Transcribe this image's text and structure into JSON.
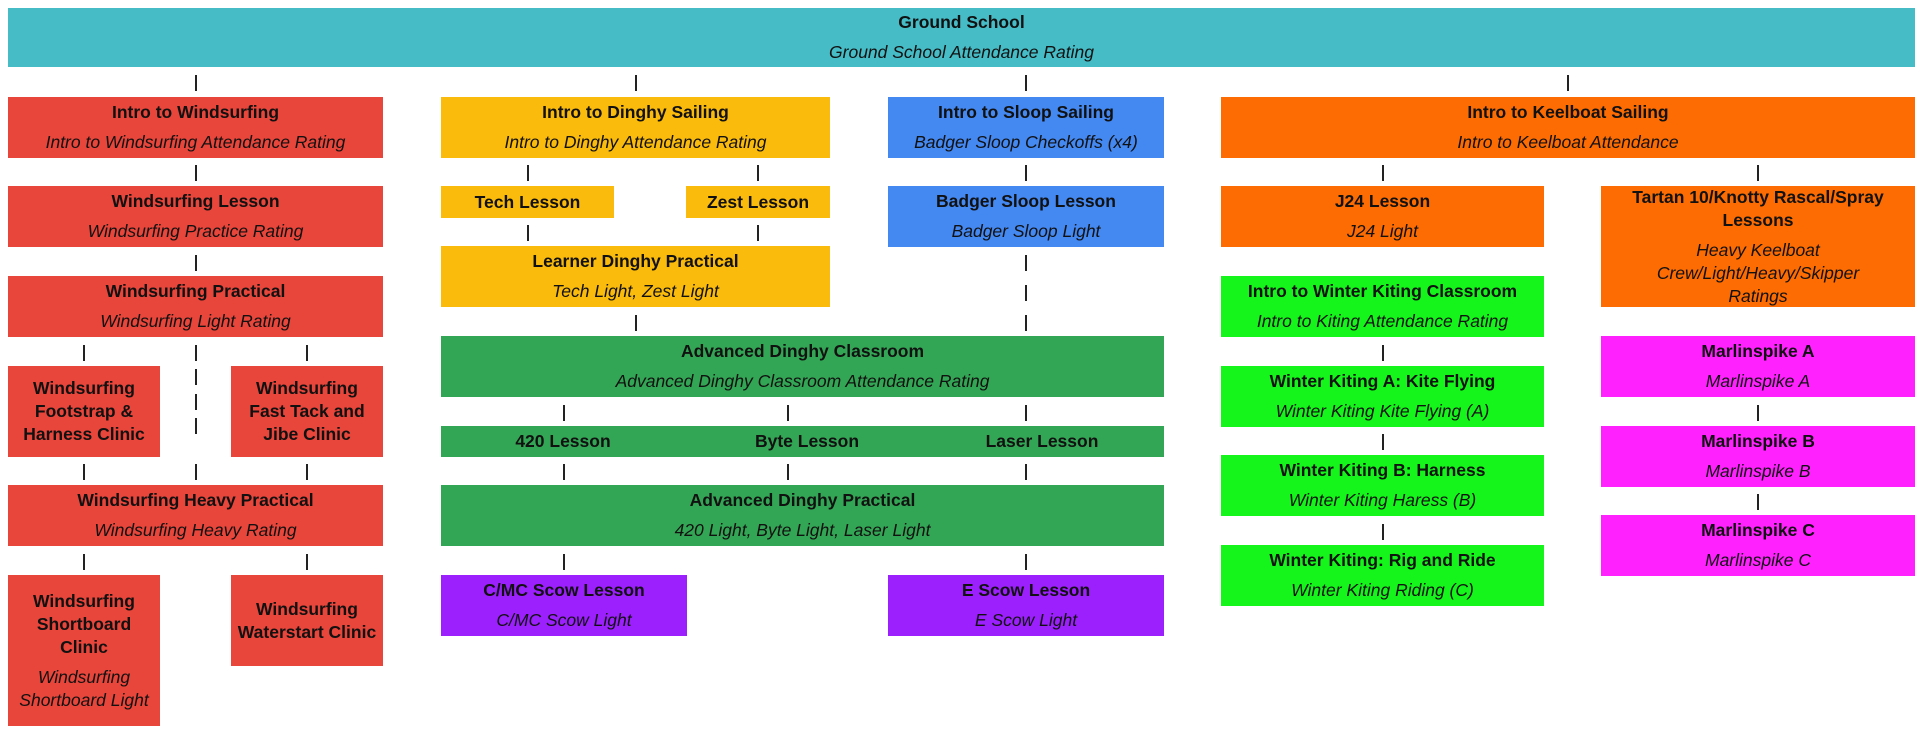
{
  "colors": {
    "teal": "#45bcc6",
    "red": "#e8453b",
    "yellow": "#fbbb0d",
    "blue": "#4488f2",
    "orange": "#fd6c02",
    "green": "#33a655",
    "lime": "#15f51b",
    "magenta": "#ff22ff",
    "purple": "#9c20fd",
    "connector": "#222222"
  },
  "ground": {
    "title": "Ground School",
    "sub": "Ground School Attendance Rating"
  },
  "windsurf": {
    "intro": {
      "title": "Intro to Windsurfing",
      "sub": "Intro to Windsurfing Attendance Rating"
    },
    "lesson": {
      "title": "Windsurfing Lesson",
      "sub": "Windsurfing Practice Rating"
    },
    "practical": {
      "title": "Windsurfing Practical",
      "sub": "Windsurfing Light Rating"
    },
    "footstrap": {
      "title": "Windsurfing Footstrap & Harness Clinic"
    },
    "fasttack": {
      "title": "Windsurfing Fast Tack and Jibe Clinic"
    },
    "heavy": {
      "title": "Windsurfing Heavy Practical",
      "sub": "Windsurfing Heavy Rating"
    },
    "shortboard": {
      "title": "Windsurfing Shortboard Clinic",
      "sub": "Windsurfing Shortboard Light"
    },
    "waterstart": {
      "title": "Windsurfing Waterstart Clinic"
    }
  },
  "dinghy": {
    "intro": {
      "title": "Intro to Dinghy Sailing",
      "sub": "Intro to Dinghy Attendance Rating"
    },
    "tech": {
      "title": "Tech Lesson"
    },
    "zest": {
      "title": "Zest Lesson"
    },
    "learner": {
      "title": "Learner Dinghy Practical",
      "sub": "Tech Light, Zest Light"
    },
    "adv_class": {
      "title": "Advanced Dinghy Classroom",
      "sub": "Advanced Dinghy Classroom Attendance Rating"
    },
    "l420": "420 Lesson",
    "byte": "Byte Lesson",
    "laser": "Laser Lesson",
    "adv_prac": {
      "title": "Advanced Dinghy Practical",
      "sub": "420 Light, Byte Light, Laser Light"
    },
    "cmc": {
      "title": "C/MC Scow Lesson",
      "sub": "C/MC Scow Light"
    },
    "escow": {
      "title": "E Scow Lesson",
      "sub": "E Scow Light"
    }
  },
  "sloop": {
    "intro": {
      "title": "Intro to Sloop Sailing",
      "sub": "Badger Sloop Checkoffs (x4)"
    },
    "lesson": {
      "title": "Badger Sloop Lesson",
      "sub": "Badger Sloop Light"
    }
  },
  "keelboat": {
    "intro": {
      "title": "Intro to Keelboat Sailing",
      "sub": "Intro to Keelboat Attendance"
    },
    "j24": {
      "title": "J24 Lesson",
      "sub": "J24 Light"
    },
    "tartan": {
      "title": "Tartan 10/Knotty Rascal/Spray Lessons",
      "sub": "Heavy Keelboat Crew/Light/Heavy/Skipper Ratings"
    }
  },
  "kiting": {
    "intro": {
      "title": "Intro to Winter Kiting Classroom",
      "sub": "Intro to Kiting Attendance Rating"
    },
    "a": {
      "title": "Winter Kiting A: Kite Flying",
      "sub": "Winter Kiting Kite Flying (A)"
    },
    "b": {
      "title": "Winter Kiting B: Harness",
      "sub": "Winter Kiting Haress (B)"
    },
    "c": {
      "title": "Winter Kiting: Rig and Ride",
      "sub": "Winter Kiting Riding (C)"
    }
  },
  "marlinspike": {
    "a": {
      "title": "Marlinspike A",
      "sub": "Marlinspike A"
    },
    "b": {
      "title": "Marlinspike B",
      "sub": "Marlinspike B"
    },
    "c": {
      "title": "Marlinspike C",
      "sub": "Marlinspike C"
    }
  }
}
